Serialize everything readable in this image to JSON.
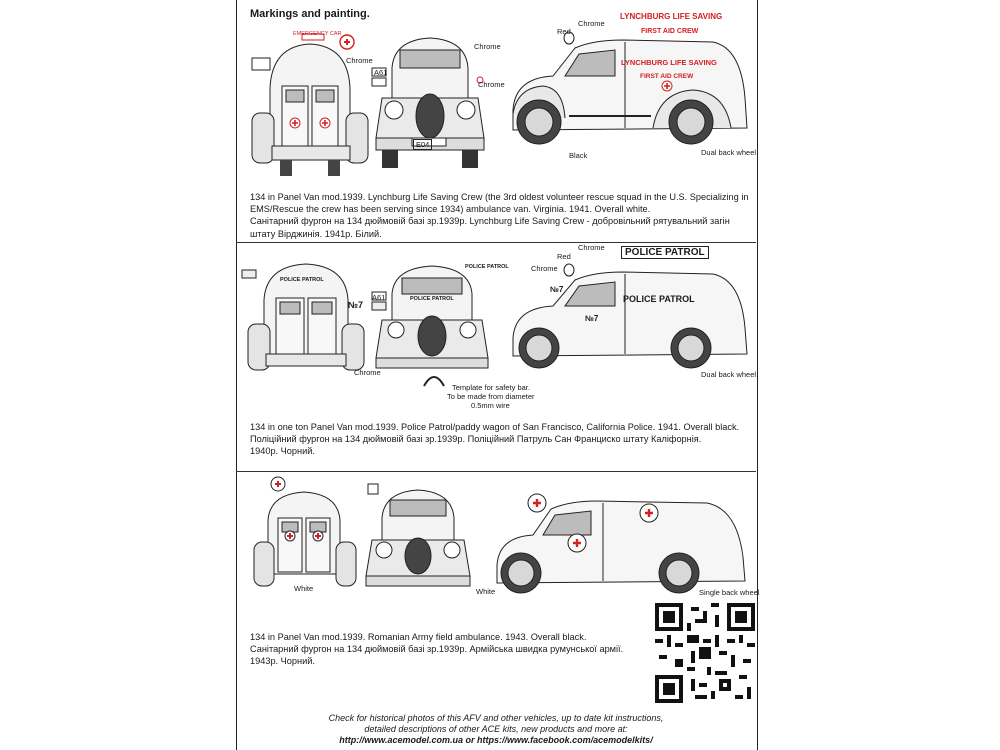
{
  "title": "Markings and painting.",
  "sections": [
    {
      "caption_lines": [
        "134 in Panel Van mod.1939. Lynchburg Life Saving Crew (the 3rd oldest volunteer rescue squad in the U.S. Specializing in",
        "EMS/Rescue the crew has been serving since 1934) ambulance van. Virginia. 1941. Overall white.",
        "Санітарний фургон на 134 дюймовій базі зр.1939р.  Lynchburg Life Saving Crew - добровільний рятувальний загін",
        "штату Вірджинія. 1941р. Білий."
      ],
      "labels": {
        "chrome_rear": "Chrome",
        "chrome_front": "Chrome",
        "chrome_front2": "Chrome",
        "chrome_side": "Chrome",
        "red": "Red",
        "black": "Black",
        "dual_back_wheel": "Dual back wheel",
        "plate_a61": "A61",
        "plate_e04": "E04",
        "emergency_car": "EMERGENCY CAR",
        "lls_top_1": "LYNCHBURG LIFE SAVING",
        "lls_top_2": "FIRST AID CREW",
        "lls_side_1": "LYNCHBURG LIFE SAVING",
        "lls_side_2": "FIRST AID CREW"
      }
    },
    {
      "caption_lines": [
        "134 in one ton Panel Van mod.1939. Police Patrol/paddy wagon of San Francisco, California Police. 1941. Overall black.",
        "Поліційний фургон на 134 дюймовій базі зр.1939р.  Поліційний Патруль Сан Франциско штату Каліфорнія.",
        "1940р. Чорний."
      ],
      "labels": {
        "chrome_side": "Chrome",
        "chrome_side2": "Chrome",
        "chrome_front": "Chrome",
        "red": "Red",
        "dual_back_wheel": "Dual back wheel",
        "police_patrol_big": "POLICE PATROL",
        "police_patrol_rear": "POLICE PATROL",
        "police_patrol_front": "POLICE PATROL",
        "police_patrol_side": "POLICE PATROL",
        "no7_rear": "№7",
        "no7_side": "№7",
        "no7_side2": "№7",
        "plate_a61": "A61",
        "template_1": "Template for safety bar.",
        "template_2": "To be made from diameter",
        "template_3": "0.5mm wire"
      }
    },
    {
      "caption_lines": [
        "134 in Panel Van mod.1939. Romanian Army field ambulance. 1943. Overall black.",
        "Санітарний фургон на 134 дюймовій базі зр.1939р. Армійська швидка румунської армії.",
        "1943р. Чорний."
      ],
      "labels": {
        "white_rear": "White",
        "white_side": "White",
        "single_back_wheel": "Single back wheel"
      }
    }
  ],
  "footer": {
    "line1": "Check for historical photos of this AFV and  other vehicles, up to date kit instructions,",
    "line2": "detailed descriptions of other ACE kits, new products and more at:",
    "line3": "http://www.acemodel.com.ua or https://www.facebook.com/acemodelkits/"
  },
  "colors": {
    "red": "#d42020",
    "line": "#222222",
    "body": "#eeeeee",
    "glass": "#bcbcbc"
  }
}
